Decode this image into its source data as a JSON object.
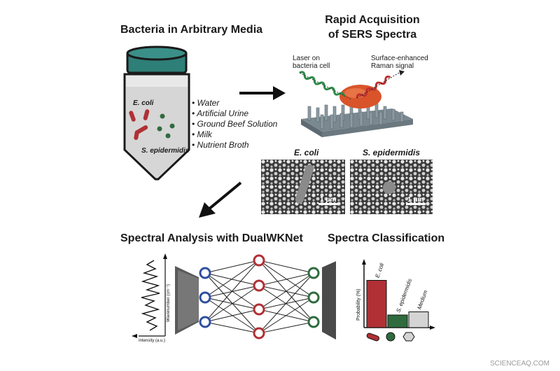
{
  "top_left": {
    "title": "Bacteria in Arbitrary Media",
    "tube_label_1": "E. coli",
    "tube_label_2": "S. epidermidis",
    "media": [
      "Water",
      "Artificial Urine",
      "Ground Beef Solution",
      "Milk",
      "Nutrient Broth"
    ]
  },
  "top_right": {
    "title_line1": "Rapid Acquisition",
    "title_line2": "of SERS Spectra",
    "laser_label_1": "Laser on",
    "laser_label_2": "bacteria cell",
    "signal_label_1": "Surface-enhanced",
    "signal_label_2": "Raman signal",
    "micro_labels": [
      "E. coli",
      "S. epidermidis"
    ],
    "scale_bars": [
      "1 μm",
      "1 μm"
    ]
  },
  "bottom_left": {
    "title": "Spectral Analysis with DualWKNet",
    "wavenumber_axis": "Wavenumber (cm⁻¹)",
    "intensity_axis": "Intensity (a.u.)"
  },
  "bottom_right": {
    "title": "Spectra Classification",
    "ylabel": "Probability (%)"
  },
  "chart_data": {
    "type": "bar",
    "categories": [
      "E. coli",
      "S. epidermidis",
      "Medium"
    ],
    "values": [
      0.75,
      0.2,
      0.25
    ],
    "colors": [
      "#b03035",
      "#2f6b3f",
      "#d4d4d4"
    ],
    "ylabel": "Probability (%)",
    "ylim": [
      0,
      1
    ]
  },
  "watermark": "SCIENCEAQ.COM"
}
